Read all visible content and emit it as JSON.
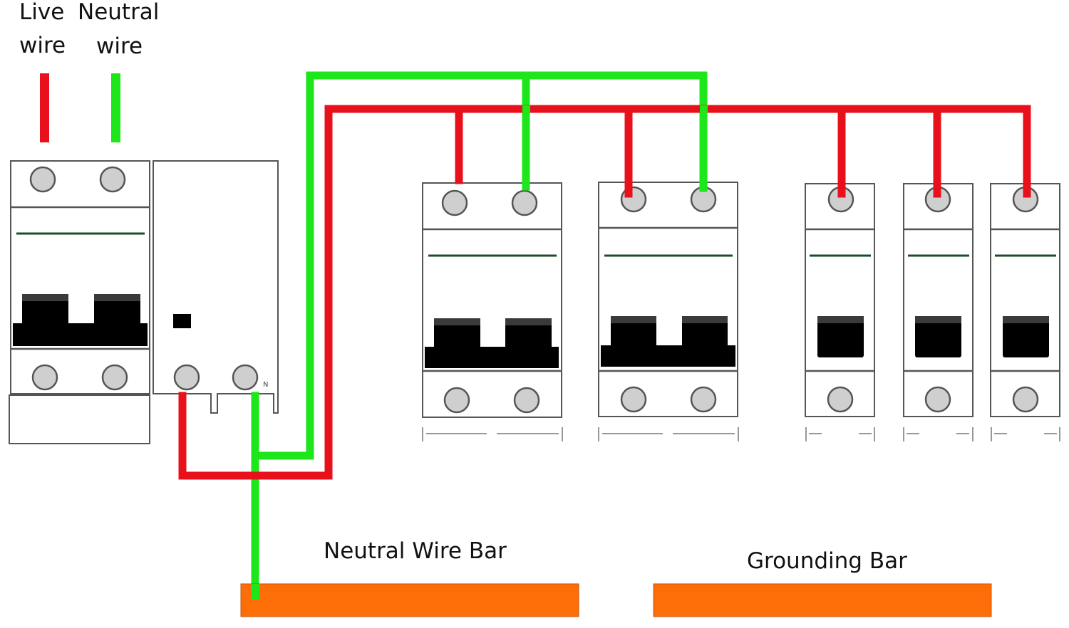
{
  "labels": {
    "live_wire": [
      "Live",
      "wire"
    ],
    "neutral_wire": [
      "Neutral",
      "wire"
    ],
    "neutral_bar": "Neutral Wire Bar",
    "grounding_bar": "Grounding Bar",
    "rcd_neutral_mark": "N"
  },
  "colors": {
    "live": "#e8101a",
    "neutral": "#1de61a",
    "busbar": "#fd6d08",
    "breaker_outline": "#555555"
  },
  "components": {
    "main_breaker": {
      "poles": 2
    },
    "rcd": {
      "terminals": 2
    },
    "branch_breakers": [
      {
        "poles": 2,
        "live_connected": true,
        "neutral_connected": true
      },
      {
        "poles": 2,
        "live_connected": true,
        "neutral_connected": true
      },
      {
        "poles": 1,
        "live_connected": true,
        "neutral_connected": false
      },
      {
        "poles": 1,
        "live_connected": true,
        "neutral_connected": false
      },
      {
        "poles": 1,
        "live_connected": true,
        "neutral_connected": false
      }
    ]
  }
}
